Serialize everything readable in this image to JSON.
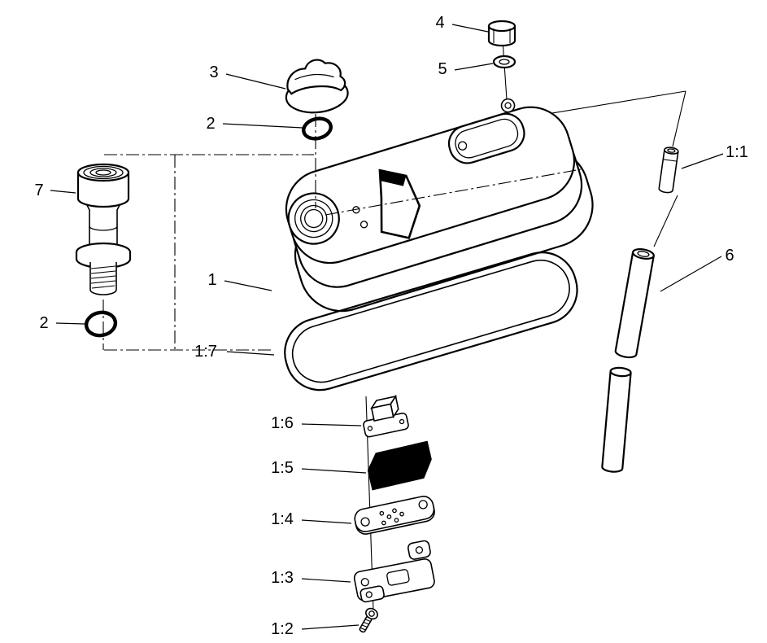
{
  "diagram": {
    "type": "exploded-parts-diagram",
    "colors": {
      "line": "#000000",
      "background": "#ffffff",
      "solid_part": "#000000"
    },
    "callouts": [
      {
        "id": "callout-4",
        "label": "4"
      },
      {
        "id": "callout-5",
        "label": "5"
      },
      {
        "id": "callout-3",
        "label": "3"
      },
      {
        "id": "callout-2-upper",
        "label": "2"
      },
      {
        "id": "callout-7",
        "label": "7"
      },
      {
        "id": "callout-1",
        "label": "1"
      },
      {
        "id": "callout-2-lower",
        "label": "2"
      },
      {
        "id": "callout-1-7",
        "label": "1:7"
      },
      {
        "id": "callout-1-1",
        "label": "1:1"
      },
      {
        "id": "callout-6",
        "label": "6"
      },
      {
        "id": "callout-1-6",
        "label": "1:6"
      },
      {
        "id": "callout-1-5",
        "label": "1:5"
      },
      {
        "id": "callout-1-4",
        "label": "1:4"
      },
      {
        "id": "callout-1-3",
        "label": "1:3"
      },
      {
        "id": "callout-1-2",
        "label": "1:2"
      }
    ]
  }
}
